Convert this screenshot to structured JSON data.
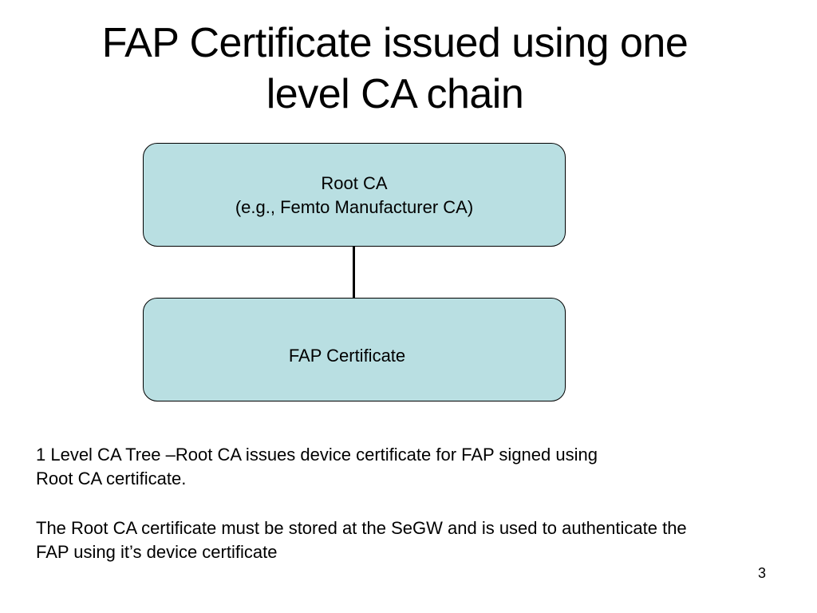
{
  "slide": {
    "title_lines": [
      "FAP Certificate issued using one",
      "level CA chain"
    ],
    "page_number": "3"
  },
  "diagram": {
    "box_color": "#b9dfe2",
    "boxes": [
      {
        "lines": [
          "Root CA",
          "(e.g., Femto Manufacturer CA)"
        ]
      },
      {
        "lines": [
          "FAP Certificate"
        ]
      }
    ]
  },
  "notes": {
    "paragraph1_lines": [
      "1 Level CA Tree –Root CA issues device certificate for FAP signed using",
      "Root CA certificate."
    ],
    "paragraph2_lines": [
      "The Root CA certificate must be stored at the SeGW and is used to authenticate the",
      "FAP using it’s device certificate"
    ]
  }
}
